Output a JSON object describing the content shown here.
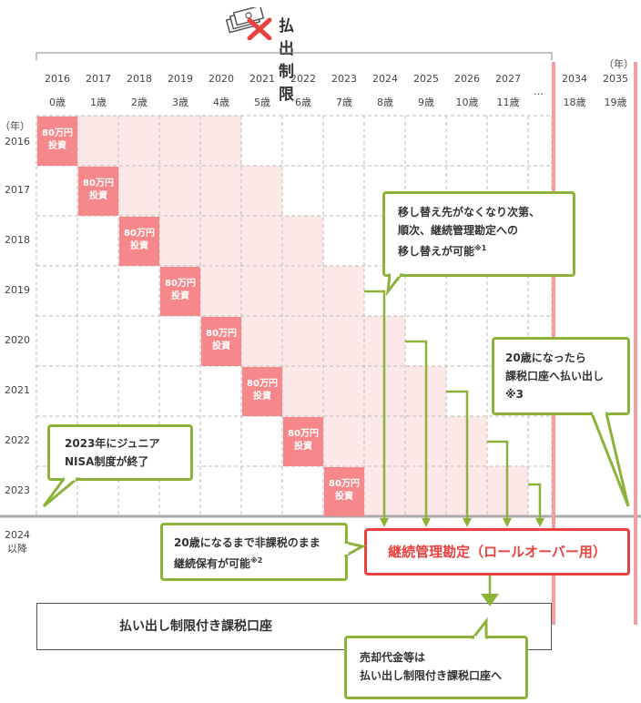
{
  "header": {
    "title": "払出制限",
    "icon": "money-crossed-icon"
  },
  "years": [
    "2016",
    "2017",
    "2018",
    "2019",
    "2020",
    "2021",
    "2022",
    "2023",
    "2024",
    "2025",
    "2026",
    "2027"
  ],
  "ages": [
    "0歳",
    "1歳",
    "2歳",
    "3歳",
    "4歳",
    "5歳",
    "6歳",
    "7歳",
    "8歳",
    "9歳",
    "10歳",
    "11歳"
  ],
  "ellipsis": "…",
  "later_years": [
    "2034",
    "2035"
  ],
  "later_ages": [
    "18歳",
    "19歳"
  ],
  "nen_label": "（年）",
  "row_years": [
    "2016",
    "2017",
    "2018",
    "2019",
    "2020",
    "2021",
    "2022",
    "2023"
  ],
  "row_last_line1": "2024",
  "row_last_line2": "以降",
  "invest_line1": "80万円",
  "invest_line2": "投資",
  "bubble_transfer": {
    "l1": "移し替え先がなくなり次第、",
    "l2": "順次、継続管理勘定への",
    "l3": "移し替えが可能",
    "note": "※1"
  },
  "bubble_age20": {
    "l1": "20歳になったら",
    "l2": "課税口座へ払い出し",
    "l3": "※3"
  },
  "bubble_end": {
    "l1": "2023年にジュニア",
    "l2": "NISA制度が終了"
  },
  "bubble_keep": {
    "l1": "20歳になるまで非課税のまま",
    "l2": "継続保有が可能",
    "note": "※2"
  },
  "rollover_label": "継続管理勘定（ロールオーバー用）",
  "restricted_account_label": "払い出し制限付き課税口座",
  "bubble_sale": {
    "l1": "売却代金等は",
    "l2": "払い出し制限付き課税口座へ"
  },
  "colors": {
    "accent_red": "#e8423f",
    "green": "#8cb23a",
    "invest_pink": "#f6888b",
    "light_pink": "#fde8e8",
    "divider": "#f0a0a0"
  }
}
